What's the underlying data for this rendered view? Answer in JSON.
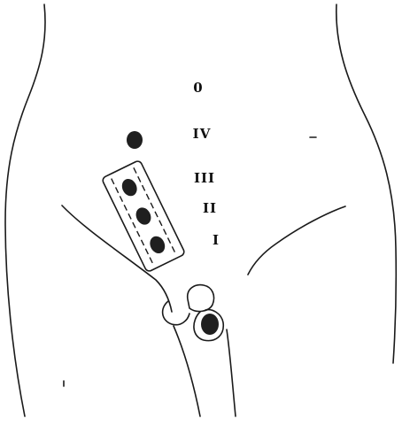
{
  "diagram": {
    "level_labels": [
      "0",
      "IV",
      "III",
      "II",
      "I"
    ],
    "colors": {
      "ink": "#1a1a1a",
      "mark_fill": "#1f1f1f",
      "background": "#ffffff"
    }
  }
}
